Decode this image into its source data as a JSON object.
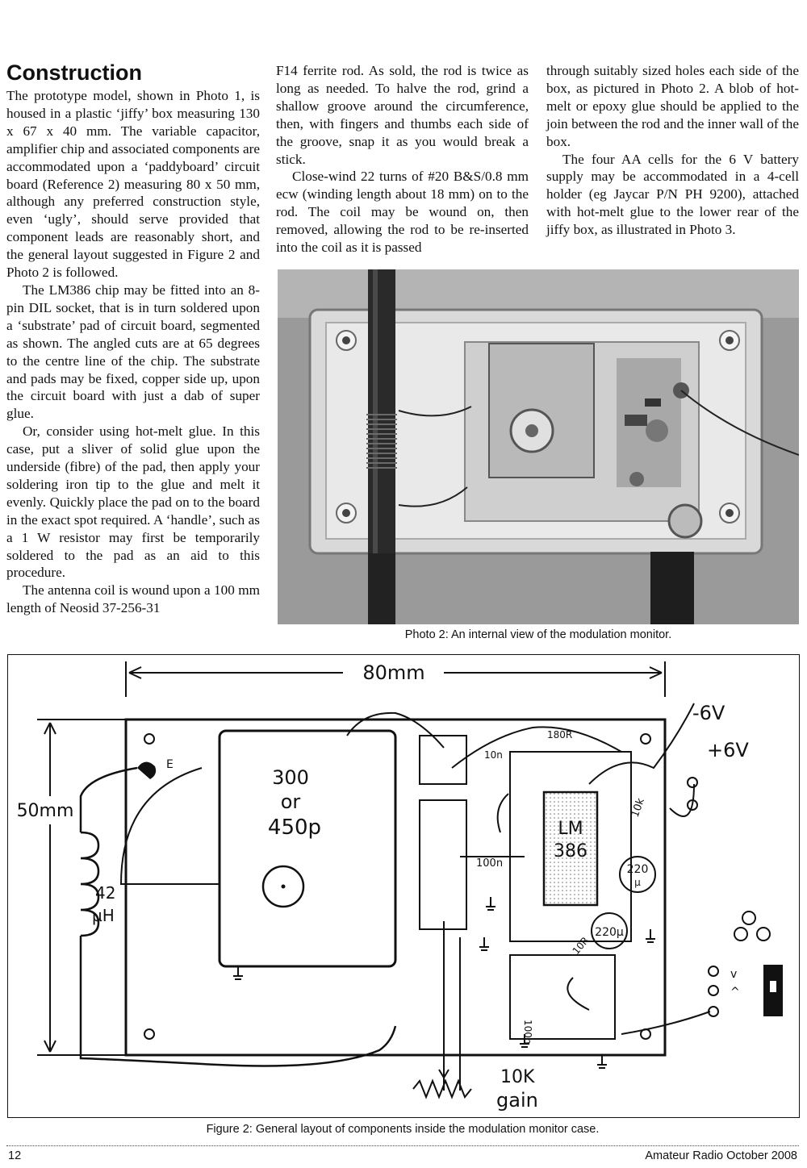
{
  "article": {
    "heading": "Construction",
    "col1": [
      "The prototype model, shown in Photo 1, is housed in a plastic ‘jiffy’ box measuring 130 x 67 x 40 mm. The variable capacitor, amplifier chip and associated components are accommodated upon a ‘paddyboard’ circuit board (Reference 2) measuring 80 x 50 mm, although any preferred construction style, even ‘ugly’, should serve provided that component leads are reasonably short, and the general layout suggested in Figure 2 and Photo 2 is followed.",
      "The LM386 chip may be fitted into an 8-pin DIL socket, that is in turn soldered upon a ‘substrate’ pad of circuit board, segmented as shown. The angled cuts are at 65 degrees to the centre line of the chip. The substrate and pads may be fixed, copper side up, upon the circuit board with just a dab of super glue.",
      "Or, consider using hot-melt glue. In this case, put a sliver of solid glue upon the underside (fibre) of the pad, then apply your soldering iron tip to the glue and melt it evenly. Quickly place the pad on to the board in the exact spot required. A ‘handle’, such as a 1 W resistor may first be temporarily soldered to the pad as an aid to this procedure.",
      "The antenna coil is wound upon a 100 mm length of Neosid 37-256-31"
    ],
    "col2": [
      "F14 ferrite rod. As sold, the rod is twice as long as needed. To halve the rod, grind a shallow groove around the circumference, then, with fingers and thumbs each side of the groove, snap it as you would break a stick.",
      "Close-wind 22 turns of #20 B&S/0.8 mm ecw (winding length about 18 mm) on to the rod. The coil may be wound on, then removed, allowing the rod to be re-inserted into the coil as it is passed"
    ],
    "col3": [
      "through suitably sized holes each side of the box, as pictured in Photo 2. A blob of hot-melt or epoxy glue should be applied to the join between the rod and the inner wall of the box.",
      "The four AA cells for the 6 V battery supply may be accommodated in a 4-cell holder (eg Jaycar P/N PH 9200), attached with hot-melt glue to the lower rear of the jiffy box, as illustrated in Photo 3."
    ]
  },
  "photo": {
    "caption": "Photo 2: An internal view of the modulation monitor."
  },
  "figure": {
    "caption": "Figure 2: General layout of components inside the modulation monitor case.",
    "labels": {
      "width_dim": "80mm",
      "height_dim": "50mm",
      "cap_line1": "300",
      "cap_line2": "or",
      "cap_line3": "450p",
      "coil_value": "42",
      "coil_unit": "µH",
      "neg_supply": "-6V",
      "pos_supply": "+6V",
      "chip_line1": "LM",
      "chip_line2": "386",
      "pot_value": "10K",
      "pot_label": "gain",
      "r_10n": "10n",
      "r_180r": "180R",
      "r_100n": "100n",
      "r_10k": "10k",
      "r_10r": "10R",
      "r_100n_b": "100n",
      "c_220_top": "220",
      "c_220_top_unit": "µ",
      "c_220_mid": "220µ",
      "tag_e": "E",
      "sw_v": "v",
      "sw_a": "^"
    }
  },
  "footer": {
    "page_number": "12",
    "publication": "Amateur Radio October 2008"
  }
}
